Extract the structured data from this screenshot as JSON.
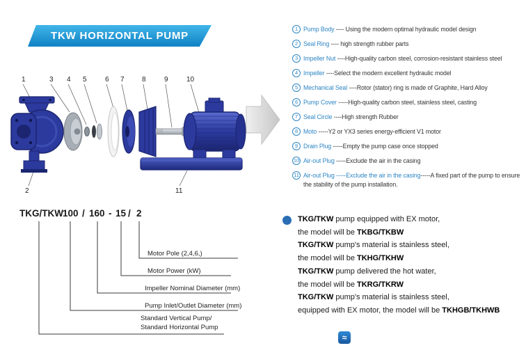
{
  "header": {
    "title_banner": "TKW HORIZONTAL PUMP"
  },
  "diagram": {
    "part_labels": [
      "1",
      "3",
      "4",
      "5",
      "6",
      "7",
      "8",
      "9",
      "10",
      "2",
      "11"
    ]
  },
  "parts_list": [
    {
      "num": "1",
      "name": "Pump Body",
      "desc_blue": "",
      "desc": " ---- Using the modern optimal hydraulic model design"
    },
    {
      "num": "2",
      "name": "Seal Ring",
      "desc_blue": "",
      "desc": " ---- high strength rubber parts"
    },
    {
      "num": "3",
      "name": "Impeller Nut",
      "desc_blue": "",
      "desc": " ----High-quality carbon steel, corrosion-resistant stainless steel"
    },
    {
      "num": "4",
      "name": "Impeller",
      "desc_blue": "",
      "desc": " ----Select the modern excellent hydraulic model"
    },
    {
      "num": "5",
      "name": "Mechanical Seal",
      "desc_blue": "",
      "desc": " ----Rotor (stator) ring is made of Graphite, Hard Alloy"
    },
    {
      "num": "6",
      "name": "Pump Cover",
      "desc_blue": "",
      "desc": " -----High-quality carbon steel, stainless steel, casting"
    },
    {
      "num": "7",
      "name": "Seal Circle",
      "desc_blue": "",
      "desc": " ----High strength Rubber"
    },
    {
      "num": "8",
      "name": "Moto",
      "desc_blue": "",
      "desc": " -----Y2 or YX3 series energy-efficient V1 motor"
    },
    {
      "num": "9",
      "name": "Drain Plug",
      "desc_blue": "",
      "desc": " -----Empty the pump case once stopped"
    },
    {
      "num": "10",
      "name": "Air-out Plug",
      "desc_blue": "",
      "desc": " -----Exclude the air in the casing"
    },
    {
      "num": "11",
      "name": "Air-out Plug",
      "desc_blue": " -----Exclude the air in the casing",
      "desc": "-----A fixed part of the pump to ensure the stability of the pump installation."
    }
  ],
  "model_code": {
    "tokens": [
      "TKG/TKW",
      "100",
      "/",
      "160",
      "-",
      "15",
      "/",
      "2"
    ],
    "callouts": [
      "Motor Pole (2,4,6,)",
      "Motor Power  (kW)",
      "Impeller Nominal Diameter (mm)",
      "Pump Inlet/Outlet Diameter (mm)",
      "Standard Vertical Pump/",
      "Standard  Horizontal Pump"
    ]
  },
  "notes": [
    {
      "lead_bold": "TKG/TKW",
      "lead_rest": " pump equipped with EX motor,",
      "tail_text": "the model will be ",
      "tail_bold": "TKBG/TKBW"
    },
    {
      "lead_bold": "TKG/TKW",
      "lead_rest": " pump's material is stainless steel,",
      "tail_text": "the model will be ",
      "tail_bold": "TKHG/TKHW"
    },
    {
      "lead_bold": "TKG/TKW",
      "lead_rest": " pump delivered the hot water,",
      "tail_text": "the model will be ",
      "tail_bold": "TKRG/TKRW"
    },
    {
      "lead_bold": "TKG/TKW",
      "lead_rest": " pump's material is stainless steel,",
      "tail_text": "equipped with EX motor, the model will be ",
      "tail_bold": "TKHGB/TKHWB"
    }
  ],
  "icons": {
    "footer_logo": "≈"
  },
  "colors": {
    "accent_blue": "#2F86C4",
    "pump_blue": "#2C3A9E",
    "ribbon_blue_top": "#41B6E8",
    "ribbon_blue_bottom": "#1486C8",
    "note_bullet_blue": "#2A6DB5",
    "arrow_gray": "#D6D6D6"
  }
}
